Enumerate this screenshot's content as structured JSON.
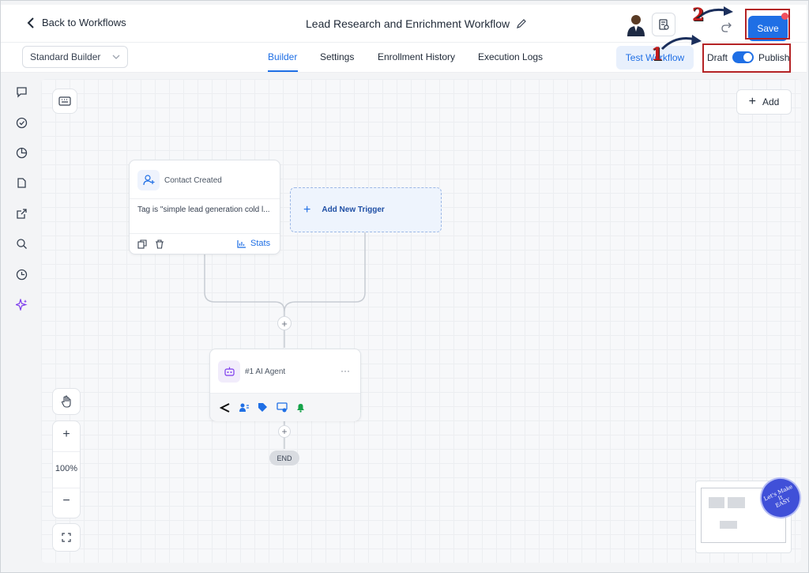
{
  "header": {
    "back_label": "Back to Workflows",
    "title": "Lead Research and Enrichment Workflow",
    "save_label": "Save"
  },
  "subheader": {
    "builder_select": "Standard Builder",
    "tabs": [
      "Builder",
      "Settings",
      "Enrollment History",
      "Execution Logs"
    ],
    "active_tab": "Builder",
    "test_button": "Test Workflow",
    "toggle_off_label": "Draft",
    "toggle_on_label": "Publish",
    "publish_enabled": true
  },
  "annotations": {
    "step1": "1",
    "step2": "2"
  },
  "sidebar": {
    "icons": [
      "chat-icon",
      "check-circle-icon",
      "pie-chart-icon",
      "file-icon",
      "external-link-icon",
      "search-icon",
      "clock-icon",
      "sparkle-icon"
    ]
  },
  "canvas": {
    "add_label": "Add",
    "trigger": {
      "title": "Contact Created",
      "filter": "Tag is \"simple lead generation cold l...",
      "stats_label": "Stats"
    },
    "add_trigger_label": "Add New Trigger",
    "action": {
      "title": "#1 AI Agent",
      "more": "···"
    },
    "end_label": "END",
    "zoom_level": "100%",
    "zoom_in": "+",
    "zoom_out": "−"
  },
  "stamp": {
    "text": "Let's Make It EASY"
  },
  "colors": {
    "accent": "#1f6fe5",
    "annotation_red": "#b42325",
    "ai_purple": "#7c3aed"
  }
}
